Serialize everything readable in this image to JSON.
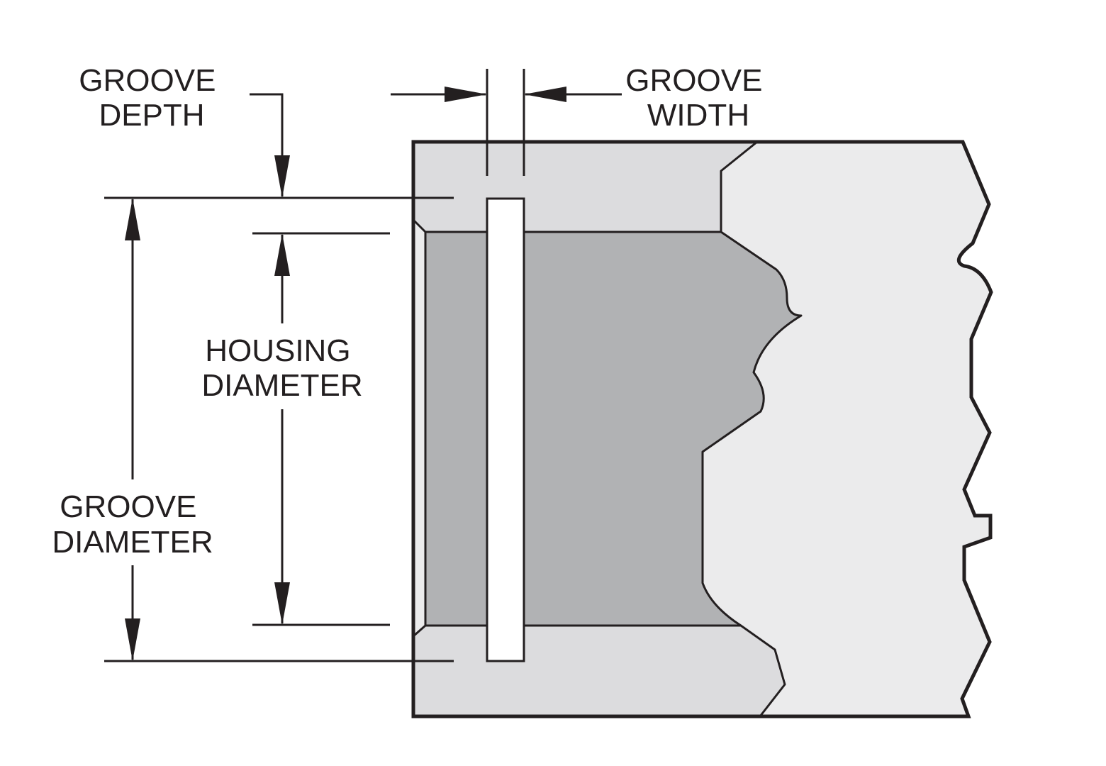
{
  "labels": {
    "groove_depth": [
      "GROOVE",
      "DEPTH"
    ],
    "groove_width": [
      "GROOVE",
      "WIDTH"
    ],
    "housing_diameter": [
      "HOUSING",
      "DIAMETER"
    ],
    "groove_diameter": [
      "GROOVE",
      "DIAMETER"
    ]
  },
  "colors": {
    "outline": "#231f20",
    "housing_light": "#dcdcde",
    "housing_far": "#ebebec",
    "bore_dark": "#b1b2b4",
    "groove_fill": "#ffffff"
  }
}
